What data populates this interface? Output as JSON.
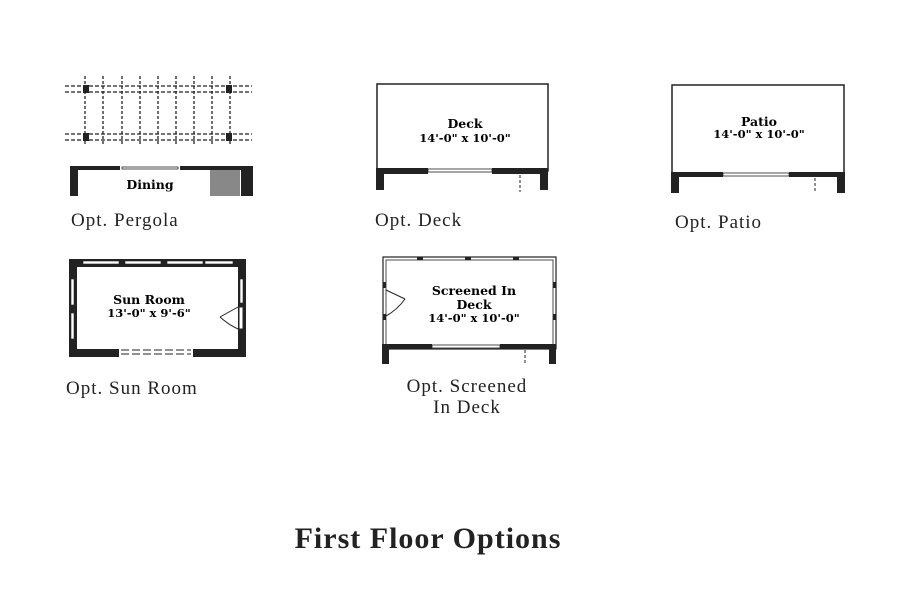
{
  "options": {
    "pergola": {
      "caption": "Opt. Pergola",
      "room": "Dining"
    },
    "deck": {
      "caption": "Opt. Deck",
      "room": "Deck",
      "dims": "14'-0\" x 10'-0\""
    },
    "patio": {
      "caption": "Opt. Patio",
      "room": "Patio",
      "dims": "14'-0\" x 10'-0\""
    },
    "sunroom": {
      "caption": "Opt. Sun Room",
      "room": "Sun Room",
      "dims": "13'-0\" x 9'-6\""
    },
    "screened": {
      "caption_line1": "Opt. Screened",
      "caption_line2": "In Deck",
      "room_line1": "Screened In",
      "room_line2": "Deck",
      "dims": "14'-0\" x 10'-0\""
    }
  },
  "title": "First Floor Options"
}
